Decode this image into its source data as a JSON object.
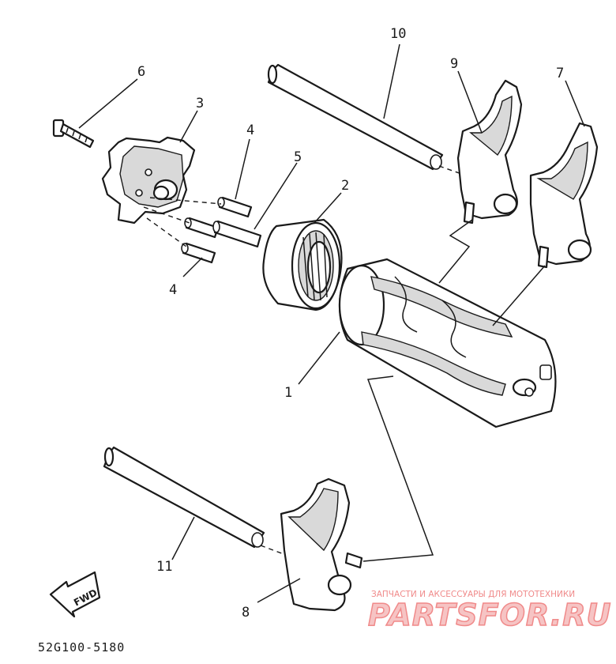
{
  "callouts": {
    "c1": "1",
    "c2": "2",
    "c3": "3",
    "c4a": "4",
    "c4b": "4",
    "c5": "5",
    "c6": "6",
    "c7": "7",
    "c8": "8",
    "c9": "9",
    "c10": "10",
    "c11": "11"
  },
  "fwd_label": "FWD",
  "diagram_code": "52G100-5180",
  "watermark": {
    "tagline": "ЗАПЧАСТИ И АКСЕССУАРЫ ДЛЯ МОТОТЕХНИКИ",
    "brand": "PARTSFOR.RU"
  },
  "colors": {
    "ink": "#1a1a1a",
    "watermark": "#f08a8a"
  }
}
